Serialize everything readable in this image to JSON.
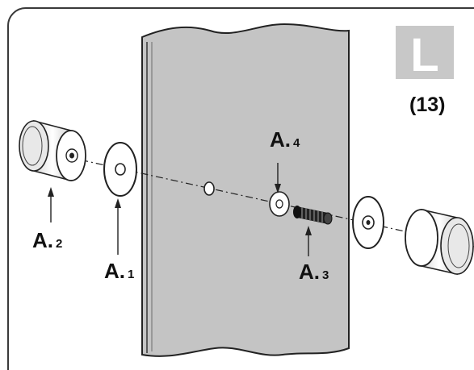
{
  "step": {
    "letter": "L",
    "number": "(13)"
  },
  "labels": {
    "a1": {
      "main": "A.",
      "sub": "1"
    },
    "a2": {
      "main": "A.",
      "sub": "2"
    },
    "a3": {
      "main": "A.",
      "sub": "3"
    },
    "a4": {
      "main": "A.",
      "sub": "4"
    }
  },
  "colors": {
    "panel": "#c4c4c4",
    "badge": "#c8c8c8",
    "line": "#222222",
    "frame": "#3a3a3a"
  }
}
